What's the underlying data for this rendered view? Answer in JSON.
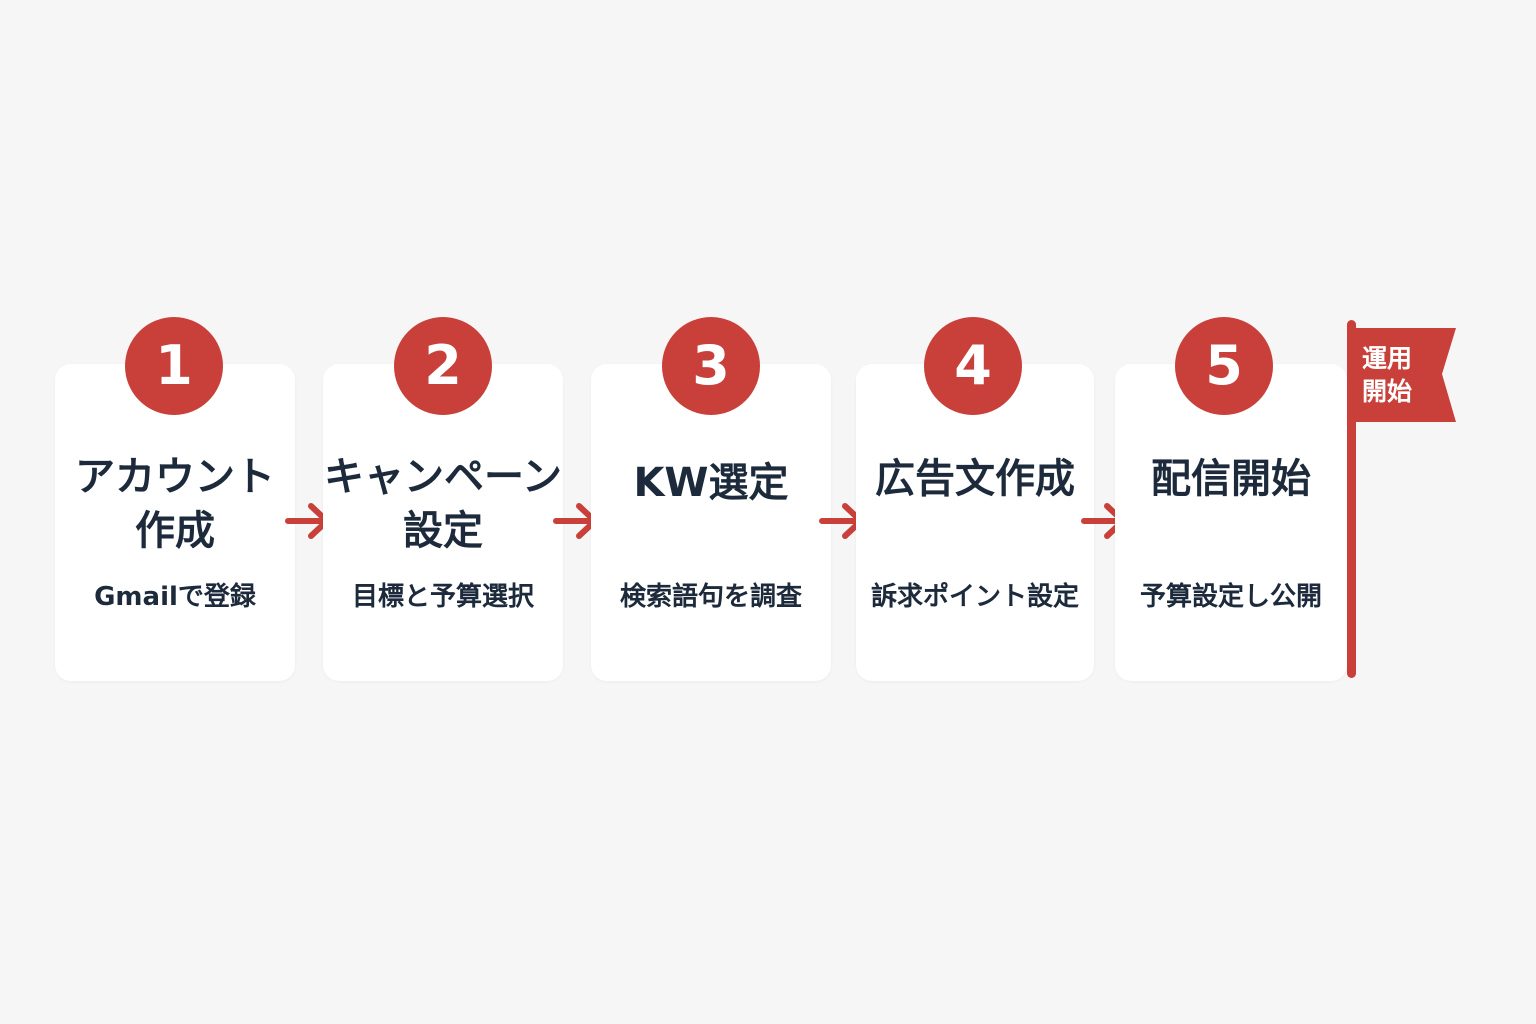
{
  "colors": {
    "accent": "#c9403a",
    "text": "#1c2a3c",
    "card": "#ffffff",
    "background": "#f6f6f6"
  },
  "steps": [
    {
      "number": "1",
      "title_lines": [
        "アカウント",
        "作成"
      ],
      "subtitle": "Gmailで登録"
    },
    {
      "number": "2",
      "title_lines": [
        "キャンペーン",
        "設定"
      ],
      "subtitle": "目標と予算選択"
    },
    {
      "number": "3",
      "title_lines": [
        "KW選定"
      ],
      "subtitle": "検索語句を調査"
    },
    {
      "number": "4",
      "title_lines": [
        "広告文作成"
      ],
      "subtitle": "訴求ポイント設定"
    },
    {
      "number": "5",
      "title_lines": [
        "配信開始"
      ],
      "subtitle": "予算設定し公開"
    }
  ],
  "flag": {
    "icon": "flag-icon",
    "label_lines": [
      "運用",
      "開始"
    ]
  },
  "connector_icon": "arrow-right-icon"
}
